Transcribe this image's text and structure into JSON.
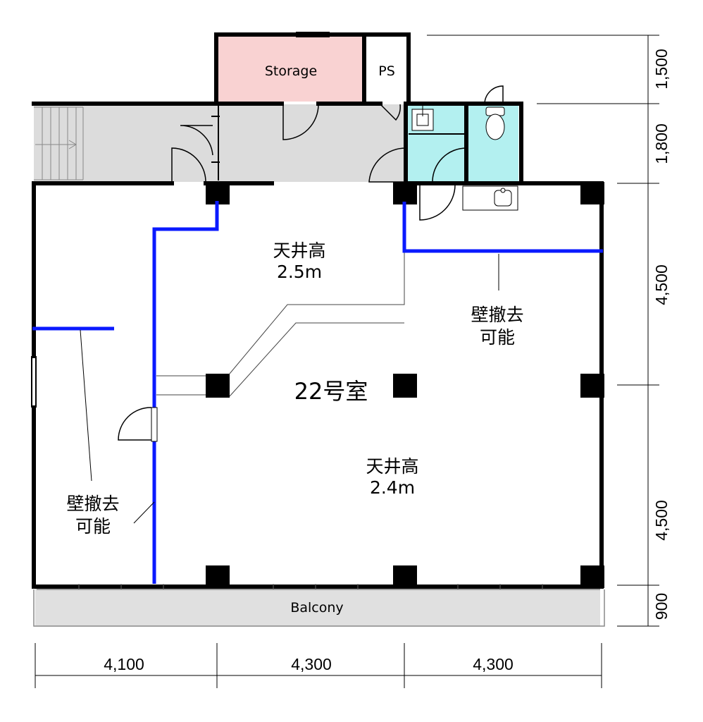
{
  "rooms": {
    "storage": "Storage",
    "ps": "PS",
    "balcony": "Balcony",
    "unit": "22号室"
  },
  "ceilings": {
    "upper_label": "天井高",
    "upper_value": "2.5m",
    "lower_label": "天井高",
    "lower_value": "2.4m"
  },
  "notes": {
    "right_line1": "壁撤去",
    "right_line2": "可能",
    "left_line1": "壁撤去",
    "left_line2": "可能"
  },
  "dimensions": {
    "vertical": [
      "1,500",
      "1,800",
      "4,500",
      "4,500",
      "900"
    ],
    "horizontal": [
      "4,100",
      "4,300",
      "4,300"
    ]
  },
  "colors": {
    "storage_fill": "#f9d2d2",
    "corridor_fill": "#dcdcdc",
    "wet_fill": "#b3f0f0",
    "removable_wall": "#0a1aff",
    "balcony_fill": "#e0e0e0"
  }
}
